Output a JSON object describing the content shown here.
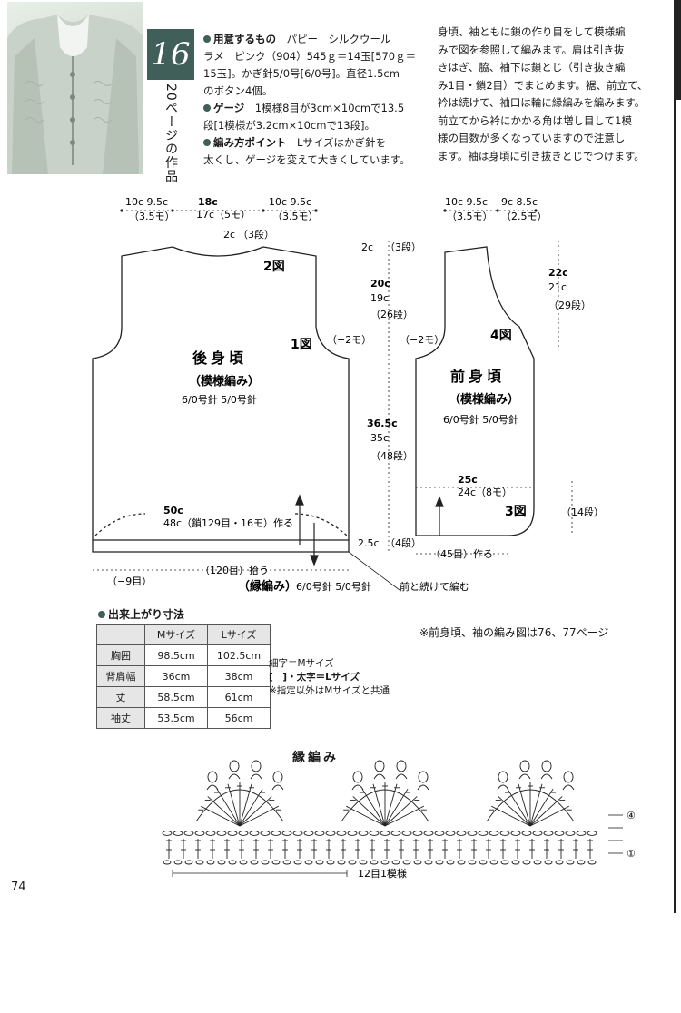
{
  "header": {
    "pattern_number": "16",
    "page_ref": "20ページの作品",
    "materials": {
      "label": "用意するもの",
      "lines": [
        "パピー　シルクウール",
        "ラメ　ピンク（904）545ｇ＝14玉[570ｇ＝",
        "15玉]。かぎ針5/0号[6/0号]。直径1.5cm",
        "のボタン4個。"
      ]
    },
    "gauge": {
      "label": "ゲージ",
      "lines": [
        "1模様8目が3cm×10cmで13.5",
        "段[1模様が3.2cm×10cmで13段]。"
      ]
    },
    "points": {
      "label": "編み方ポイント",
      "lines": [
        "Lサイズはかぎ針を",
        "太くし、ゲージを変えて大きくしています。"
      ]
    },
    "instructions": [
      "身頃、袖ともに鎖の作り目をして模様編",
      "みで図を参照して編みます。肩は引き抜",
      "きはぎ、脇、袖下は鎖とじ（引き抜き編",
      "み1目・鎖2目）でまとめます。裾、前立て、",
      "衿は続けて、袖口は輪に縁編みを編みます。",
      "前立てから衿にかかる角は増し目して1模",
      "様の目数が多くなっていますので注意し",
      "ます。袖は身頃に引き抜きとじでつけます。"
    ]
  },
  "diagram": {
    "back": {
      "title": "後身頃",
      "stitch": "（模様編み）",
      "needles": "6/0号針 5/0号針",
      "fig_shoulder": "2図",
      "fig_armhole": "1図",
      "top_left_m": "10c 9.5c",
      "top_left_l": "（3.5モ）",
      "top_mid_m": "18c",
      "top_mid_l": "17c（5モ）",
      "top_right_m": "10c 9.5c",
      "top_right_l": "（3.5モ）",
      "neck_depth": "2c",
      "neck_rows": "（3段）",
      "armhole_dec": "（−2モ）",
      "hem_width_m": "50c",
      "hem_width_l": "48c（鎖129目・16モ）作る",
      "edge_label": "（縁編み）",
      "edge_needles": "6/0号針 5/0号針",
      "pickup_left": "（−9目）",
      "pickup_mid": "（120目）拾う",
      "continue_note": "前と続けて編む"
    },
    "side": {
      "neck_drop": "2c",
      "neck_drop_rows": "（3段）",
      "armhole_m": "20c",
      "armhole_l": "19c",
      "armhole_rows": "（26段）",
      "body_m": "36.5c",
      "body_l": "35c",
      "body_rows": "（48段）",
      "edge_depth": "2.5c",
      "edge_rows": "（4段）"
    },
    "front": {
      "title": "前身頃",
      "stitch": "（模様編み）",
      "needles": "6/0号針 5/0号針",
      "fig_shoulder": "4図",
      "fig_corner": "3図",
      "top_left_m": "10c 9.5c",
      "top_left_l": "（3.5モ）",
      "top_right_m": "9c 8.5c",
      "top_right_l": "（2.5モ）",
      "armhole_dec": "（−2モ）",
      "neck_m": "22c",
      "neck_l": "21c",
      "neck_rows": "（29段）",
      "width_m": "25c",
      "width_l": "24c（8モ）",
      "corner_rows": "（14段）",
      "cast_on": "（45目）作る"
    }
  },
  "sizes": {
    "title": "出来上がり寸法",
    "headers": [
      "",
      "Mサイズ",
      "Lサイズ"
    ],
    "rows": [
      {
        "label": "胸囲",
        "m": "98.5cm",
        "l": "102.5cm"
      },
      {
        "label": "背肩幅",
        "m": "36cm",
        "l": "38cm"
      },
      {
        "label": "丈",
        "m": "58.5cm",
        "l": "61cm"
      },
      {
        "label": "袖丈",
        "m": "53.5cm",
        "l": "56cm"
      }
    ]
  },
  "legend": {
    "line1": "細字＝Mサイズ",
    "line2": "[　]・太字＝Lサイズ",
    "line3": "※指定以外はMサイズと共通"
  },
  "reference_note": "※前身頃、袖の編み図は76、77ページ",
  "edge_chart": {
    "title": "縁編み",
    "repeat_label": "12目1模様",
    "row_4": "④",
    "row_1": "①"
  },
  "page_number": "74"
}
